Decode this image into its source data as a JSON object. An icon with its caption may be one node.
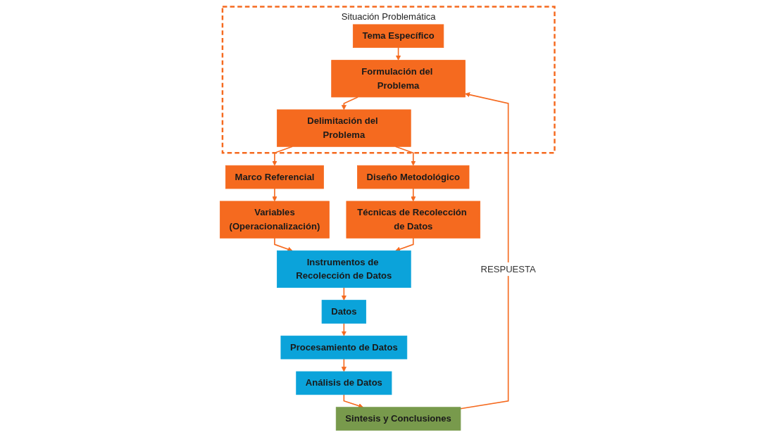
{
  "diagram": {
    "nodes": [
      {
        "text": [
          "Situación Problemática"
        ]
      },
      {
        "text": [
          "Tema Específico"
        ],
        "in": 0
      },
      {
        "text": [
          "Formulación del Problema"
        ],
        "in": 0
      },
      {
        "text": [
          "Delimitación del Problema"
        ],
        "in": 0
      },
      {
        "text": [
          "Marco Referencial"
        ]
      },
      {
        "text": [
          "Variables",
          "(Operacionalización)"
        ]
      },
      {
        "text": [
          "Instrumentos de Recolección de Datos"
        ]
      },
      {
        "text": [
          "Diseño Metodológico"
        ]
      },
      {
        "text": [
          "Técnicas de Recolección de Datos"
        ]
      },
      {
        "text": [
          "Datos"
        ]
      },
      {
        "text": [
          "Procesamiento de Datos"
        ]
      },
      {
        "text": [
          "Análisis de Datos"
        ]
      },
      {
        "text": [
          "Sintesis y Conclusiones"
        ]
      }
    ],
    "edges": [
      {
        "from": 1,
        "to": 2,
        "arrow": "to"
      },
      {
        "from": 2,
        "to": 3,
        "arrow": "to"
      },
      {
        "from": 3,
        "to": 4,
        "arrow": "to"
      },
      {
        "from": 4,
        "to": 5,
        "arrow": "to"
      },
      {
        "from": 5,
        "to": 6,
        "arrow": "to"
      },
      {
        "from": 3,
        "to": 7,
        "arrow": "to"
      },
      {
        "from": 7,
        "to": 8,
        "arrow": "to"
      },
      {
        "from": 8,
        "to": 6,
        "arrow": "to"
      },
      {
        "from": 6,
        "to": 9,
        "arrow": "to"
      },
      {
        "from": 9,
        "to": 10,
        "arrow": "to"
      },
      {
        "from": 10,
        "to": 11,
        "arrow": "to"
      },
      {
        "from": 11,
        "to": 12,
        "arrow": "to"
      },
      {
        "from": 12,
        "to": 2,
        "label": "RESPUESTA",
        "arrow": "to"
      }
    ]
  }
}
